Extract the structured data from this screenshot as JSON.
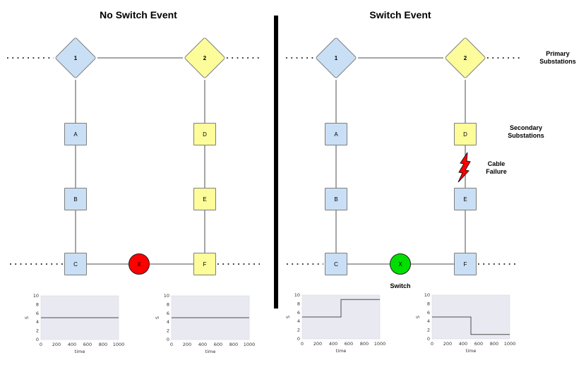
{
  "colors": {
    "substation_blue": "#c9dff5",
    "substation_yellow": "#fcfc9b",
    "failure_red": "#ff0000",
    "switch_green": "#00df00",
    "plot_bg": "#e9e9f1"
  },
  "left_panel": {
    "title": "No Switch Event",
    "primaries": {
      "p1": {
        "label": "1",
        "fill": "#c9dff5"
      },
      "p2": {
        "label": "2",
        "fill": "#fcfc9b"
      }
    },
    "secondaries": {
      "a": {
        "label": "A",
        "fill": "#c9dff5"
      },
      "b": {
        "label": "B",
        "fill": "#c9dff5"
      },
      "c": {
        "label": "C",
        "fill": "#c9dff5"
      },
      "d": {
        "label": "D",
        "fill": "#fcfc9b"
      },
      "e": {
        "label": "E",
        "fill": "#fcfc9b"
      },
      "f": {
        "label": "F",
        "fill": "#fcfc9b"
      }
    },
    "switch": {
      "label": "X",
      "fill": "#ff0000"
    }
  },
  "right_panel": {
    "title": "Switch Event",
    "primaries": {
      "p1": {
        "label": "1",
        "fill": "#c9dff5"
      },
      "p2": {
        "label": "2",
        "fill": "#fcfc9b"
      }
    },
    "secondaries": {
      "a": {
        "label": "A",
        "fill": "#c9dff5"
      },
      "b": {
        "label": "B",
        "fill": "#c9dff5"
      },
      "c": {
        "label": "C",
        "fill": "#c9dff5"
      },
      "d": {
        "label": "D",
        "fill": "#fcfc9b"
      },
      "e": {
        "label": "E",
        "fill": "#c9dff5"
      },
      "f": {
        "label": "F",
        "fill": "#c9dff5"
      }
    },
    "switch": {
      "label": "X",
      "fill": "#00df00"
    }
  },
  "annotations": {
    "primary_substations": [
      "Primary",
      "Substations"
    ],
    "secondary_substations": [
      "Secondary",
      "Substations"
    ],
    "cable_failure": [
      "Cable",
      "Failure"
    ],
    "switch": "Switch"
  },
  "chart_data": [
    {
      "type": "line",
      "title": "",
      "xlabel": "time",
      "ylabel": "S",
      "xlim": [
        0,
        1000
      ],
      "ylim": [
        0,
        10
      ],
      "xticks": [
        0,
        200,
        400,
        600,
        800,
        1000
      ],
      "yticks": [
        0,
        2,
        4,
        6,
        8,
        10
      ],
      "points": [
        [
          0,
          5
        ],
        [
          1000,
          5
        ]
      ]
    },
    {
      "type": "line",
      "title": "",
      "xlabel": "time",
      "ylabel": "S",
      "xlim": [
        0,
        1000
      ],
      "ylim": [
        0,
        10
      ],
      "xticks": [
        0,
        200,
        400,
        600,
        800,
        1000
      ],
      "yticks": [
        0,
        2,
        4,
        6,
        8,
        10
      ],
      "points": [
        [
          0,
          5
        ],
        [
          1000,
          5
        ]
      ]
    },
    {
      "type": "line",
      "title": "",
      "xlabel": "time",
      "ylabel": "S",
      "xlim": [
        0,
        1000
      ],
      "ylim": [
        0,
        10
      ],
      "xticks": [
        0,
        200,
        400,
        600,
        800,
        1000
      ],
      "yticks": [
        0,
        2,
        4,
        6,
        8,
        10
      ],
      "points": [
        [
          0,
          5
        ],
        [
          500,
          5
        ],
        [
          500,
          9
        ],
        [
          1000,
          9
        ]
      ]
    },
    {
      "type": "line",
      "title": "",
      "xlabel": "time",
      "ylabel": "S",
      "xlim": [
        0,
        1000
      ],
      "ylim": [
        0,
        10
      ],
      "xticks": [
        0,
        200,
        400,
        600,
        800,
        1000
      ],
      "yticks": [
        0,
        2,
        4,
        6,
        8,
        10
      ],
      "points": [
        [
          0,
          5
        ],
        [
          500,
          5
        ],
        [
          500,
          1
        ],
        [
          1000,
          1
        ]
      ]
    }
  ]
}
